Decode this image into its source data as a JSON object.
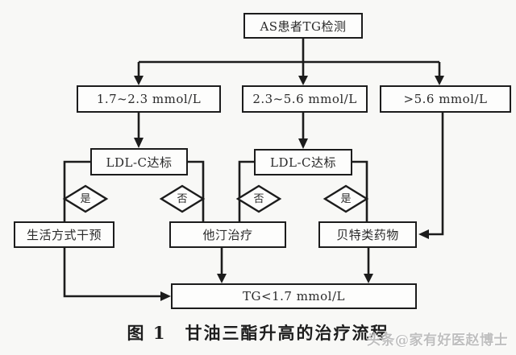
{
  "figure": {
    "caption": "图 1　甘油三酯升高的治疗流程",
    "watermark": "头条@家有好医赵博士"
  },
  "flowchart": {
    "nodes": {
      "start": "AS患者TG检测",
      "range_low": "1.7~2.3 mmol/L",
      "range_mid": "2.3~5.6 mmol/L",
      "range_high": ">5.6 mmol/L",
      "ldl_check_1": "LDL-C达标",
      "ldl_check_2": "LDL-C达标",
      "lifestyle": "生活方式干预",
      "statin": "他汀治疗",
      "fibrate": "贝特类药物",
      "goal": "TG<1.7 mmol/L"
    },
    "decisions": {
      "d1": "是",
      "d2": "否",
      "d3": "否",
      "d4": "是"
    },
    "colors": {
      "line": "#1c1c1c",
      "box_fill": "#fdfdfc",
      "background": "#f8f8f6",
      "text": "#2a2a2a"
    }
  }
}
